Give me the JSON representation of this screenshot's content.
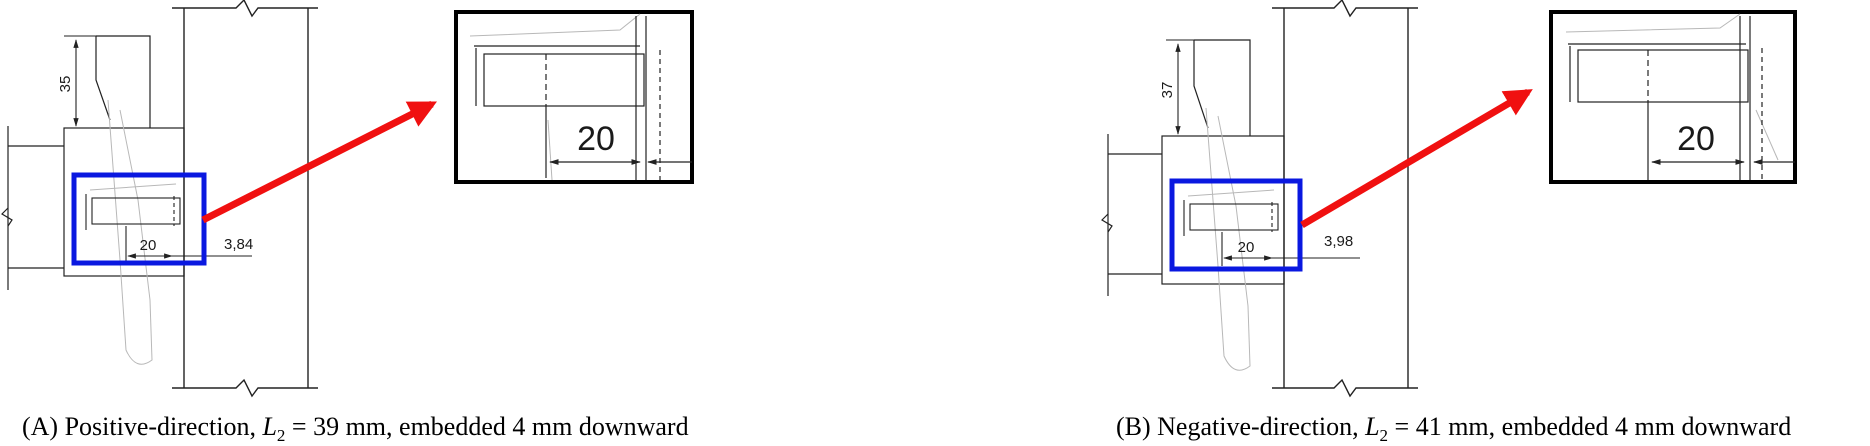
{
  "panels": [
    {
      "dim_vertical": "35",
      "dim_slot": "20",
      "dim_offset": "3,84",
      "zoom_dim": "20",
      "caption": {
        "prefix": "(A) Positive-direction, ",
        "var": "L",
        "sub": "2",
        "suffix": " = 39 mm, embedded 4 mm downward"
      }
    },
    {
      "dim_vertical": "37",
      "dim_slot": "20",
      "dim_offset": "3,98",
      "zoom_dim": "20",
      "caption": {
        "prefix": "(B) Negative-direction, ",
        "var": "L",
        "sub": "2",
        "suffix": " = 41 mm, embedded 4 mm downward"
      }
    }
  ],
  "colors": {
    "highlight_box": "#0a18e0",
    "arrow": "#f01010",
    "line": "#222222",
    "ghost_line": "#b8b8b8"
  }
}
